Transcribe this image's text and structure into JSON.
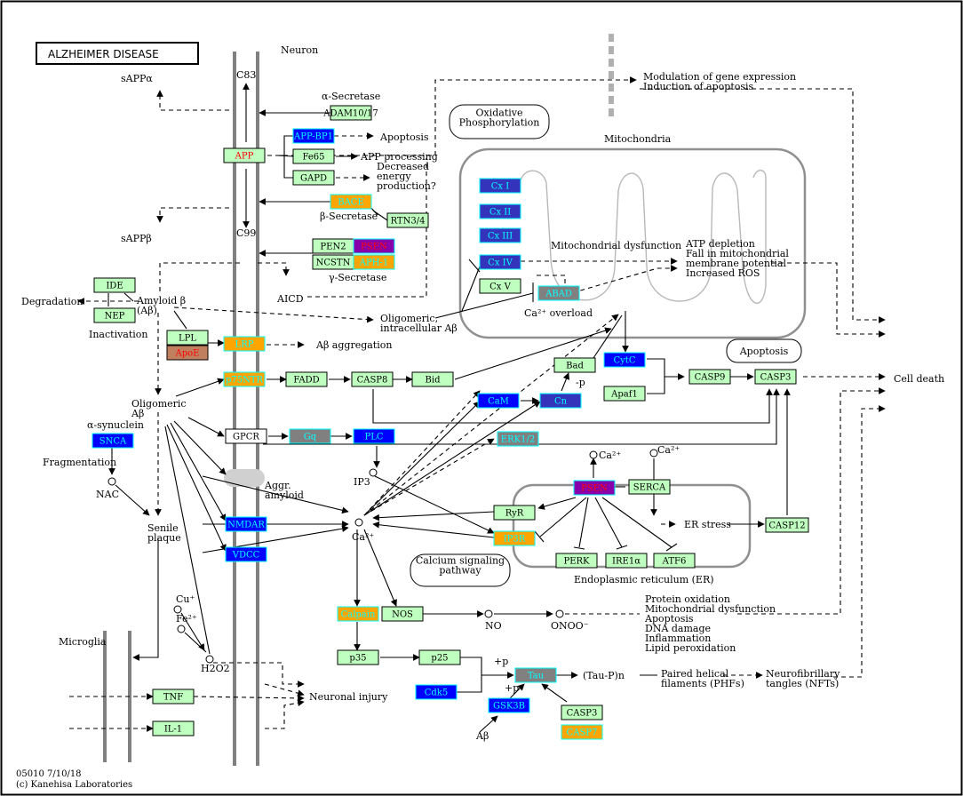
{
  "title": "ALZHEIMER DISEASE",
  "footer": {
    "map_id": "05010 7/10/18",
    "copyright": "(c) Kanehisa Laboratories"
  },
  "colors": {
    "normal": "#bfffbf",
    "blue": "#0000ff",
    "orange": "#ffa500",
    "red_text": "#ff0000",
    "cyan_text": "#00ffff",
    "magenta": "#ff00ff",
    "grey_gene": "#808080",
    "navy": "#3333bb",
    "border": "#000000",
    "cyan_border": "#00ffff",
    "membrane": "#808080"
  },
  "groups": [
    {
      "id": "oxphos",
      "label": "Oxidative\nPhosphorylation"
    },
    {
      "id": "apoptosis",
      "label": "Apoptosis"
    },
    {
      "id": "calcium",
      "label": "Calcium signaling\npathway"
    }
  ],
  "labels": [
    {
      "id": "neuron",
      "text": "Neuron"
    },
    {
      "id": "c83",
      "text": "C83"
    },
    {
      "id": "c99",
      "text": "C99"
    },
    {
      "id": "sappa",
      "text": "sAPPα"
    },
    {
      "id": "sappb",
      "text": "sAPPβ"
    },
    {
      "id": "alpha_secretase",
      "text": "α-Secretase"
    },
    {
      "id": "beta_secretase",
      "text": "β-Secretase"
    },
    {
      "id": "gamma_secretase",
      "text": "γ-Secretase"
    },
    {
      "id": "apoptosis_txt",
      "text": "Apoptosis"
    },
    {
      "id": "app_processing",
      "text": "APP processing"
    },
    {
      "id": "decreased_energy",
      "text": "Decreased\nenergy\nproduction?"
    },
    {
      "id": "mod_gene",
      "text": "Modulation of gene expression\nInduction of apoptosis"
    },
    {
      "id": "mitochondria",
      "text": "Mitochondria"
    },
    {
      "id": "mito_dys",
      "text": "Mitochondrial dysfunction"
    },
    {
      "id": "atp_depl",
      "text": "ATP depletion\nFall in mitochondrial\nmembrane potential\nIncreased ROS"
    },
    {
      "id": "aicd",
      "text": "AICD"
    },
    {
      "id": "degradation",
      "text": "Degradation"
    },
    {
      "id": "amyloid_b",
      "text": "Amyloid β\n(Aβ)"
    },
    {
      "id": "inactivation",
      "text": "Inactivation"
    },
    {
      "id": "oligomeric_intra",
      "text": "Oligomeric,\nintracellular Aβ"
    },
    {
      "id": "ca_overload",
      "text": "Ca²⁺ overload"
    },
    {
      "id": "ab_aggregation",
      "text": "Aβ aggregation"
    },
    {
      "id": "oligomeric_ab",
      "text": "Oligomeric\nAβ"
    },
    {
      "id": "p_label",
      "text": "-p"
    },
    {
      "id": "cell_death",
      "text": "Cell death"
    },
    {
      "id": "alpha_syn",
      "text": "α-synuclein"
    },
    {
      "id": "fragmentation",
      "text": "Fragmentation"
    },
    {
      "id": "nac",
      "text": "NAC"
    },
    {
      "id": "senile",
      "text": "Senile\nplaque"
    },
    {
      "id": "aggr_amyloid",
      "text": "Aggr.\namyloid"
    },
    {
      "id": "ip3",
      "text": "IP3"
    },
    {
      "id": "ca_center",
      "text": "Ca²⁺"
    },
    {
      "id": "ca_er1",
      "text": "Ca²⁺"
    },
    {
      "id": "ca_er2",
      "text": "Ca²⁺"
    },
    {
      "id": "er_stress",
      "text": "ER stress"
    },
    {
      "id": "er",
      "text": "Endoplasmic reticulum (ER)"
    },
    {
      "id": "cu",
      "text": "Cu⁺"
    },
    {
      "id": "fe",
      "text": "Fe²⁺"
    },
    {
      "id": "h2o2",
      "text": "H2O2"
    },
    {
      "id": "microglia",
      "text": "Microglia"
    },
    {
      "id": "no",
      "text": "NO"
    },
    {
      "id": "onoo",
      "text": "ONOO⁻"
    },
    {
      "id": "protein_ox",
      "text": "Protein oxidation\nMitochondrial dysfunction\nApoptosis\nDNA damage\nInflammation\nLipid peroxidation"
    },
    {
      "id": "plus_p1",
      "text": "+p"
    },
    {
      "id": "plus_p2",
      "text": "+p"
    },
    {
      "id": "taup",
      "text": "(Tau-P)n"
    },
    {
      "id": "phf",
      "text": "Paired helical\nfilaments (PHFs)"
    },
    {
      "id": "nft",
      "text": "Neurofibrillary\ntangles (NFTs)"
    },
    {
      "id": "neuronal_injury",
      "text": "Neuronal injury"
    },
    {
      "id": "ab_bottom",
      "text": "Aβ"
    }
  ],
  "genes": [
    {
      "id": "adam1017",
      "label": "ADAM10/17",
      "style": "normal"
    },
    {
      "id": "appbp1",
      "label": "APP-BP1",
      "style": "blue"
    },
    {
      "id": "app",
      "label": "APP",
      "style": "red_text"
    },
    {
      "id": "fe65",
      "label": "Fe65",
      "style": "normal"
    },
    {
      "id": "gapd",
      "label": "GAPD",
      "style": "normal"
    },
    {
      "id": "bace",
      "label": "BACE",
      "style": "orange"
    },
    {
      "id": "rtn34",
      "label": "RTN3/4",
      "style": "normal"
    },
    {
      "id": "pen2",
      "label": "PEN2",
      "style": "normal"
    },
    {
      "id": "psen_g",
      "label": "PSEN",
      "style": "magenta"
    },
    {
      "id": "ncstn",
      "label": "NCSTN",
      "style": "normal"
    },
    {
      "id": "aph1",
      "label": "APH-1",
      "style": "orange"
    },
    {
      "id": "ide",
      "label": "IDE",
      "style": "normal"
    },
    {
      "id": "nep",
      "label": "NEP",
      "style": "normal"
    },
    {
      "id": "cx1",
      "label": "Cx I",
      "style": "navy"
    },
    {
      "id": "cx2",
      "label": "Cx II",
      "style": "navy"
    },
    {
      "id": "cx3",
      "label": "Cx III",
      "style": "navy"
    },
    {
      "id": "cx4",
      "label": "Cx IV",
      "style": "navy"
    },
    {
      "id": "cx5",
      "label": "Cx V",
      "style": "normal"
    },
    {
      "id": "abad",
      "label": "ABAD",
      "style": "grey_gene"
    },
    {
      "id": "lpl",
      "label": "LPL",
      "style": "normal"
    },
    {
      "id": "apoe",
      "label": "ApoE",
      "style": "red_text_grey"
    },
    {
      "id": "lrp",
      "label": "LRP",
      "style": "orange"
    },
    {
      "id": "p75ntr",
      "label": "p75NTR",
      "style": "orange"
    },
    {
      "id": "fadd",
      "label": "FADD",
      "style": "normal"
    },
    {
      "id": "casp8",
      "label": "CASP8",
      "style": "normal"
    },
    {
      "id": "bid",
      "label": "Bid",
      "style": "normal"
    },
    {
      "id": "bad",
      "label": "Bad",
      "style": "normal"
    },
    {
      "id": "cytc",
      "label": "CytC",
      "style": "blue"
    },
    {
      "id": "apaf1",
      "label": "Apaf1",
      "style": "normal"
    },
    {
      "id": "casp9",
      "label": "CASP9",
      "style": "normal"
    },
    {
      "id": "casp3",
      "label": "CASP3",
      "style": "normal"
    },
    {
      "id": "cam",
      "label": "CaM",
      "style": "blue"
    },
    {
      "id": "cn",
      "label": "Cn",
      "style": "navy"
    },
    {
      "id": "snca",
      "label": "SNCA",
      "style": "blue"
    },
    {
      "id": "gpcr",
      "label": "GPCR",
      "style": "white"
    },
    {
      "id": "gq",
      "label": "Gq",
      "style": "grey_gene"
    },
    {
      "id": "plc",
      "label": "PLC",
      "style": "blue"
    },
    {
      "id": "erk12",
      "label": "ERK1/2",
      "style": "grey_gene"
    },
    {
      "id": "psen_er",
      "label": "PSEN",
      "style": "magenta"
    },
    {
      "id": "serca",
      "label": "SERCA",
      "style": "normal"
    },
    {
      "id": "ryr",
      "label": "RyR",
      "style": "normal"
    },
    {
      "id": "ip3r",
      "label": "IP3R",
      "style": "orange"
    },
    {
      "id": "casp12",
      "label": "CASP12",
      "style": "normal"
    },
    {
      "id": "perk",
      "label": "PERK",
      "style": "normal"
    },
    {
      "id": "ire1a",
      "label": "IRE1α",
      "style": "normal"
    },
    {
      "id": "atf6",
      "label": "ATF6",
      "style": "normal"
    },
    {
      "id": "nmdar",
      "label": "NMDAR",
      "style": "blue"
    },
    {
      "id": "vdcc",
      "label": "VDCC",
      "style": "blue"
    },
    {
      "id": "calpain",
      "label": "Calpain",
      "style": "orange"
    },
    {
      "id": "nos",
      "label": "NOS",
      "style": "normal"
    },
    {
      "id": "p35",
      "label": "p35",
      "style": "normal"
    },
    {
      "id": "p25",
      "label": "p25",
      "style": "normal"
    },
    {
      "id": "cdk5",
      "label": "Cdk5",
      "style": "blue"
    },
    {
      "id": "tau",
      "label": "Tau",
      "style": "grey_gene"
    },
    {
      "id": "gsk3b",
      "label": "GSK3B",
      "style": "blue"
    },
    {
      "id": "casp3b",
      "label": "CASP3",
      "style": "normal"
    },
    {
      "id": "casp7",
      "label": "CASP7",
      "style": "orange"
    },
    {
      "id": "tnf",
      "label": "TNF",
      "style": "normal"
    },
    {
      "id": "il1",
      "label": "IL-1",
      "style": "normal"
    }
  ]
}
